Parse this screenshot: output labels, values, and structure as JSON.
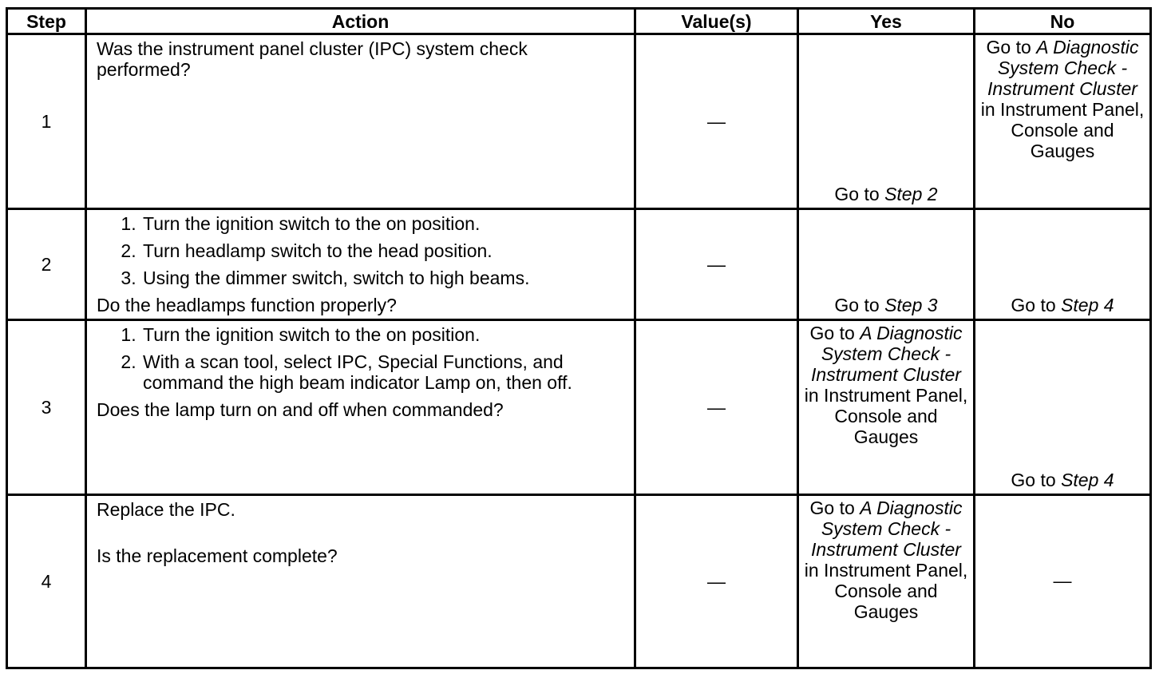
{
  "headers": [
    "Step",
    "Action",
    "Value(s)",
    "Yes",
    "No"
  ],
  "dash": "—",
  "row1": {
    "step": "1",
    "action": "Was the instrument panel cluster (IPC) system check performed?",
    "value": "—",
    "yes_prefix": "Go to ",
    "yes_link": "Step 2",
    "no_prefix": "Go to ",
    "no_link": "A Diagnostic System Check - Instrument Cluster",
    "no_suffix": " in Instrument Panel, Console and Gauges"
  },
  "row2": {
    "step": "2",
    "items": [
      "Turn the ignition switch to the on position.",
      "Turn headlamp switch to the head position.",
      "Using the dimmer switch, switch to high beams."
    ],
    "question": "Do the headlamps function properly?",
    "value": "—",
    "yes_prefix": "Go to ",
    "yes_link": "Step 3",
    "no_prefix": "Go to ",
    "no_link": "Step 4"
  },
  "row3": {
    "step": "3",
    "items": [
      "Turn the ignition switch to the on position.",
      "With a scan tool, select IPC, Special Functions, and command the high beam indicator Lamp on, then off."
    ],
    "question": "Does the lamp turn on and off when commanded?",
    "value": "—",
    "yes_prefix": "Go to ",
    "yes_link": "A Diagnostic System Check - Instrument Cluster",
    "yes_suffix": " in Instrument Panel, Console and Gauges",
    "no_prefix": "Go to ",
    "no_link": "Step 4"
  },
  "row4": {
    "step": "4",
    "action": "Replace the IPC.",
    "question": "Is the replacement complete?",
    "value": "—",
    "yes_prefix": "Go to ",
    "yes_link": "A Diagnostic System Check - Instrument Cluster",
    "yes_suffix": " in Instrument Panel, Console and Gauges",
    "no": "—"
  }
}
